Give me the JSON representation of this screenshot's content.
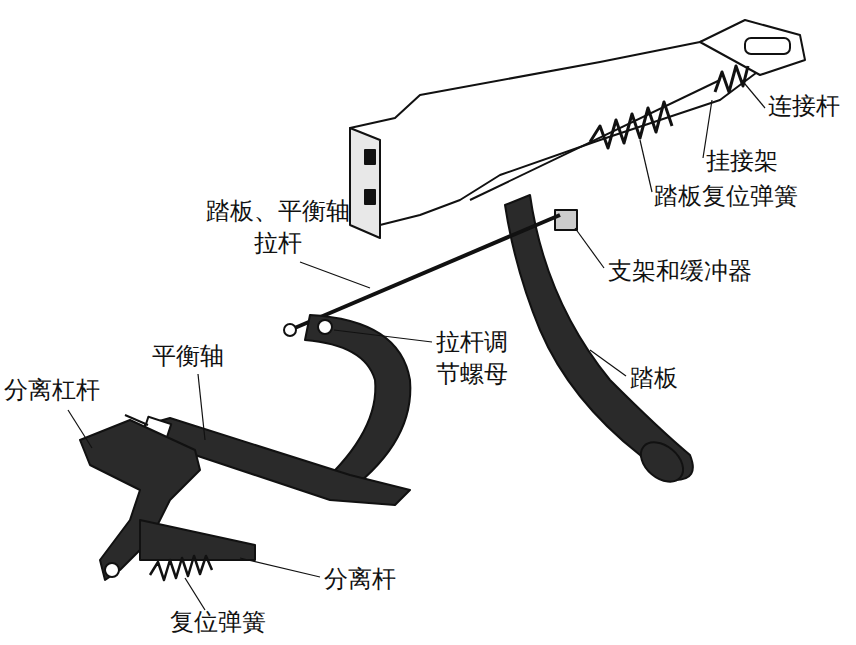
{
  "diagram": {
    "labels": [
      "连接杆",
      "挂接架",
      "踏板复位弹簧",
      "踏板、平衡轴 拉杆",
      "支架和缓冲器",
      "拉杆调 节螺母",
      "踏板",
      "平衡轴",
      "分离杠杆",
      "分离杆",
      "复位弹簧"
    ]
  }
}
